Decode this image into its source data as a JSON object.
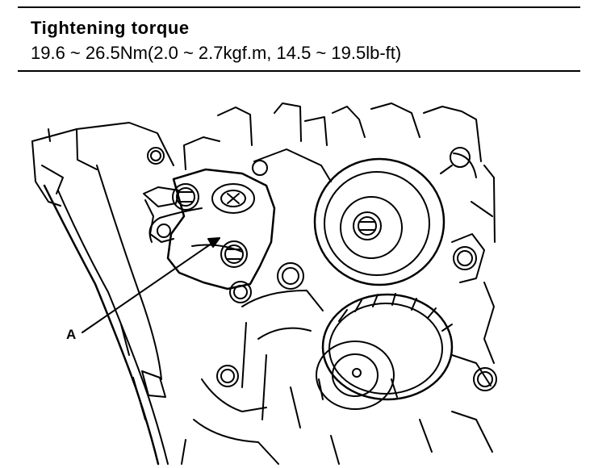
{
  "spec": {
    "title": "Tightening torque",
    "value": "19.6 ~ 26.5Nm(2.0 ~ 2.7kgf.m, 14.5 ~ 19.5lb-ft)"
  },
  "diagram": {
    "callout_label": "A"
  }
}
